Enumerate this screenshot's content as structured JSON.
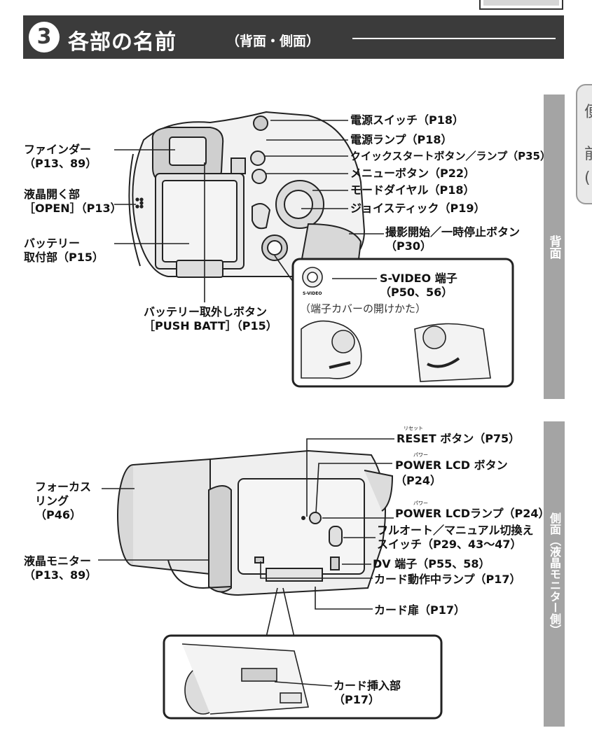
{
  "header": {
    "step_number": "3",
    "title": "各部の名前",
    "subtitle": "（背面・側面）"
  },
  "side_tabs": {
    "back": "背面",
    "side": "側面（液晶モニター側）",
    "edge_lines": [
      "便",
      "前",
      "("
    ]
  },
  "back_view": {
    "labels": {
      "power_switch": "電源スイッチ（P18）",
      "power_lamp": "電源ランプ（P18）",
      "quick_start": "クイックスタートボタン／ランプ（P35）",
      "menu_button": "メニューボタン（P22）",
      "mode_dial": "モードダイヤル（P18）",
      "joystick": "ジョイスティック（P19）",
      "rec_button_1": "撮影開始／一時停止ボタン",
      "rec_button_2": "（P30）",
      "finder_1": "ファインダー",
      "finder_2": "（P13、89）",
      "lcd_open_1": "液晶開く部",
      "lcd_open_2": "［OPEN］（P13）",
      "battery_1": "バッテリー",
      "battery_2": "取付部（P15）",
      "battery_release_1": "バッテリー取外しボタン",
      "battery_release_2": "［PUSH BATT］（P15）"
    },
    "inset": {
      "svideo_1": "S-VIDEO 端子",
      "svideo_2": "（P50、56）",
      "svideo_mark": "S-VIDEO",
      "cover_caption": "（端子カバーの開けかた）"
    }
  },
  "side_view": {
    "labels": {
      "reset_ruby": "リセット",
      "reset": "RESET ボタン（P75）",
      "power_lcd_ruby": "パワー",
      "power_lcd_1": "POWER LCD ボタン",
      "power_lcd_2": "（P24）",
      "power_lcd_lamp_ruby": "パワー",
      "power_lcd_lamp": "POWER LCDランプ（P24）",
      "auto_manual_1": "フルオート／マニュアル切換え",
      "auto_manual_2": "スイッチ（P29、43～47）",
      "dv": "DV 端子（P55、58）",
      "card_access": "カード動作中ランプ（P17）",
      "card_door": "カード扉（P17）",
      "focus_1": "フォーカス",
      "focus_2": "リング",
      "focus_3": "（P46）",
      "lcd_monitor_1": "液晶モニター",
      "lcd_monitor_2": "（P13、89）",
      "card_slot_1": "カード挿入部",
      "card_slot_2": "（P17）"
    }
  }
}
